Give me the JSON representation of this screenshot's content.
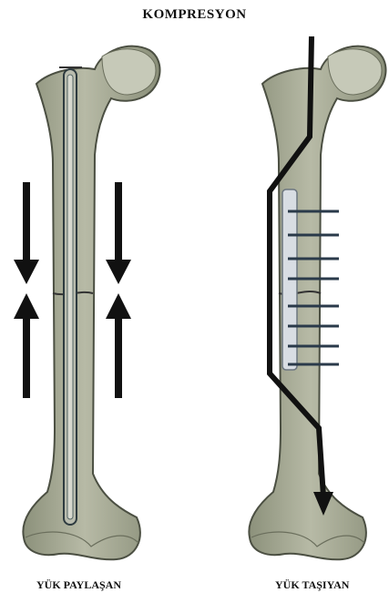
{
  "title": "KOMPRESYON",
  "left_panel": {
    "label": "YÜK PAYLAŞAN"
  },
  "right_panel": {
    "label": "YÜK TAŞIYAN"
  },
  "colors": {
    "bone_fill": "#a9ad98",
    "bone_outline": "#4b4f42",
    "bone_head": "#c6c9b8",
    "arrow": "#111111",
    "implant": "#d8dde3",
    "screw": "#2a3a4a"
  }
}
